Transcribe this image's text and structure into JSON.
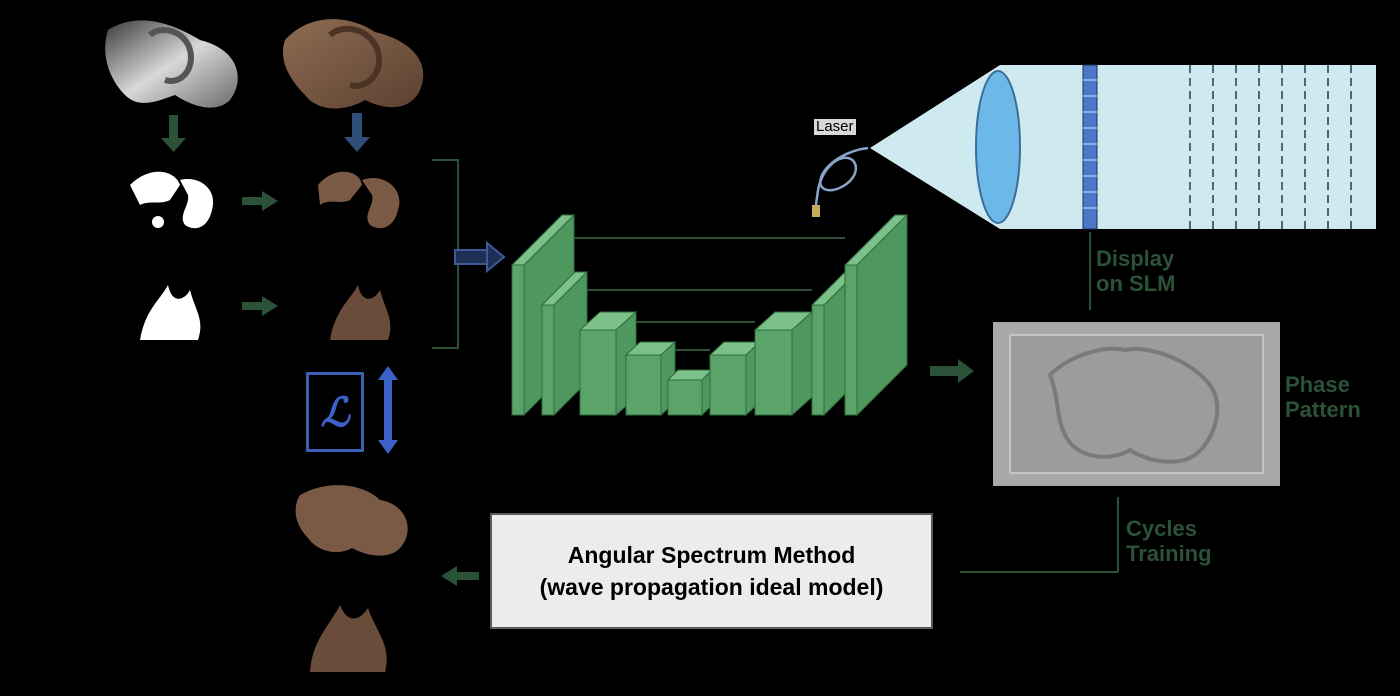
{
  "labels": {
    "laser": "Laser",
    "display_line1": "Display",
    "display_line2": "on SLM",
    "phase_line1": "Phase",
    "phase_line2": "Pattern",
    "cycle_line1": "Cycles",
    "cycle_line2": "Training",
    "asm_line1": "Angular Spectrum Method",
    "asm_line2": "(wave propagation ideal model)",
    "loss_symbol": "ℒ"
  },
  "colors": {
    "background": "#000000",
    "arrow_green": "#2b5138",
    "unet_green": "#5aa46a",
    "unet_edge": "#2f6b3b",
    "loss_blue": "#3a62c8",
    "beam": "#cfe9f1",
    "lens": "#6cb8e8",
    "slm": "#4a78c6",
    "asm_fill": "#ececec",
    "dragon_brown": "#7a5a44",
    "phase_gray": "#a9a9a9"
  },
  "icons": {
    "depth_map": "dragon-depth-map-icon",
    "rgb_render": "dragon-render-icon",
    "mask_front": "dragon-mask-front-icon",
    "mask_back": "dragon-mask-back-icon",
    "masked_front": "dragon-layer-front-icon",
    "masked_back": "dragon-layer-back-icon",
    "recon_front": "dragon-reconstruction-front-icon",
    "recon_back": "dragon-reconstruction-back-icon",
    "laser": "laser-fiber-icon",
    "lens": "lens-icon",
    "slm": "slm-icon",
    "phase_pattern": "phase-pattern-icon"
  }
}
